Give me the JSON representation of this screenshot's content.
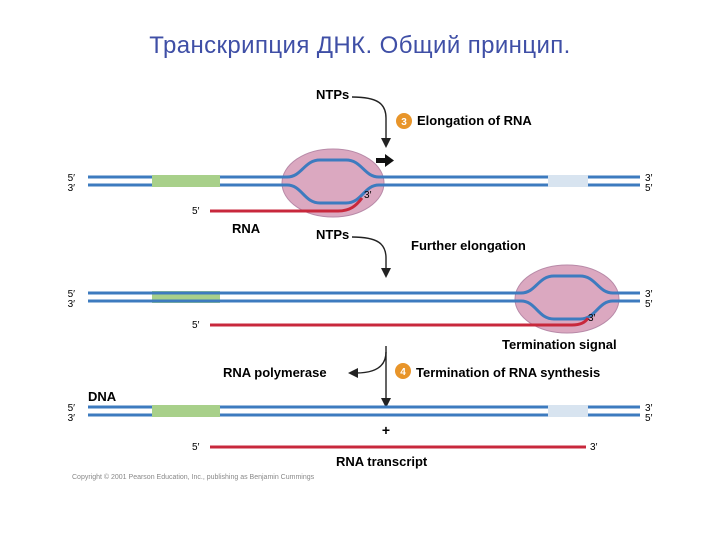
{
  "title": "Транскрипция ДНК. Общий принцип.",
  "colors": {
    "title": "#3f4fa6",
    "dna_strand": "#3d7bbf",
    "promoter": "#a8d08a",
    "terminator": "#d8e4f0",
    "rna": "#c8283c",
    "polymerase": "#dba8c0",
    "step_badge": "#e8952a"
  },
  "step3": {
    "badge": "3",
    "ntps": "NTPs",
    "label": "Elongation of RNA",
    "rna_label": "RNA",
    "five_prime": "5′",
    "three_prime": "3′"
  },
  "further": {
    "ntps": "NTPs",
    "label": "Further elongation"
  },
  "row2": {
    "termination_signal": "Termination signal"
  },
  "step4": {
    "badge": "4",
    "label": "Termination of RNA synthesis",
    "rna_polymerase": "RNA polymerase",
    "dna": "DNA",
    "plus": "+",
    "rna_transcript": "RNA transcript"
  },
  "ends": {
    "five": "5′",
    "three": "3′"
  },
  "copyright": "Copyright © 2001 Pearson Education, Inc., publishing as Benjamin Cummings"
}
